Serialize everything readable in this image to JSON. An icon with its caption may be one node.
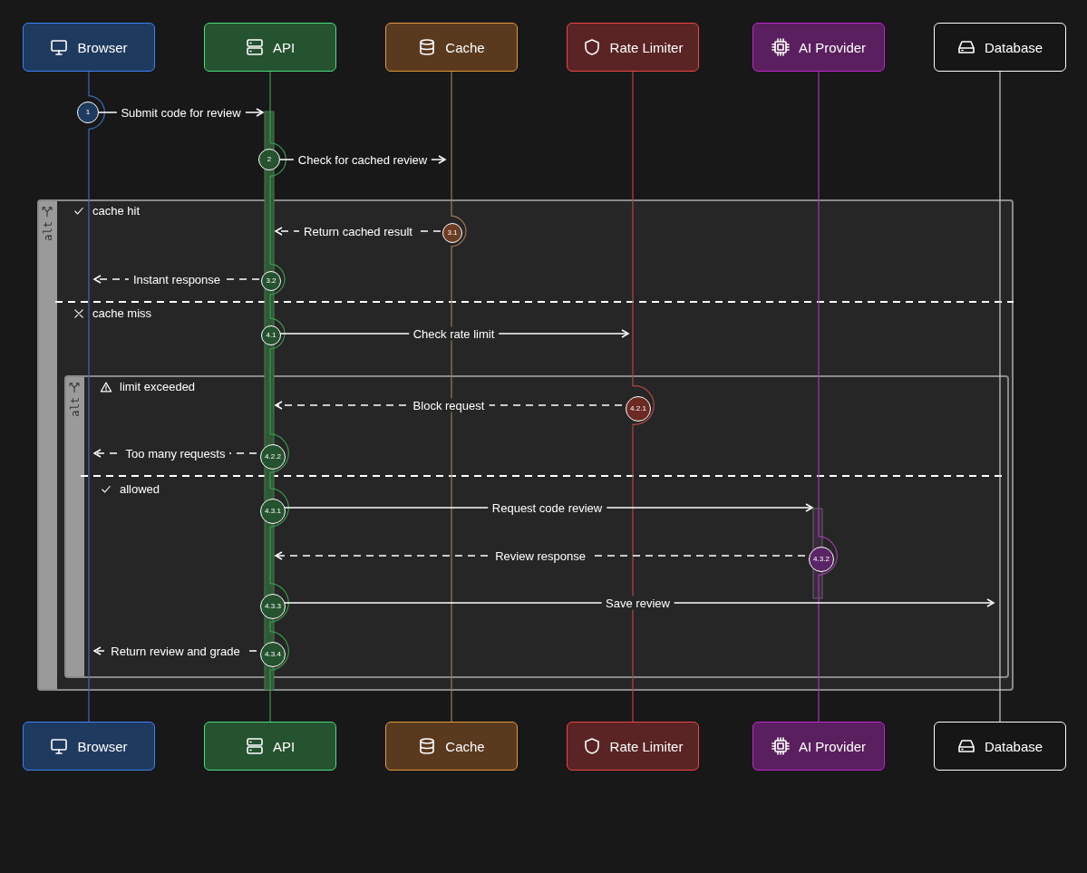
{
  "diagram": {
    "nodes": [
      {
        "text": [
          "Browser"
        ]
      },
      {
        "text": [
          "API"
        ]
      },
      {
        "text": [
          "Cache"
        ]
      },
      {
        "text": [
          "Rate Limiter"
        ]
      },
      {
        "text": [
          "AI Provider"
        ]
      },
      {
        "text": [
          "Database"
        ]
      },
      {
        "text": [
          "1"
        ]
      },
      {
        "text": [
          "2"
        ]
      },
      {
        "text": [
          "alt",
          "cache hit",
          "cache miss"
        ]
      },
      {
        "text": [
          "3.1"
        ],
        "in": 8
      },
      {
        "text": [
          "3.2"
        ],
        "in": 8
      },
      {
        "text": [
          "4.1"
        ],
        "in": 8
      },
      {
        "text": [
          "alt",
          "limit exceeded",
          "allowed"
        ],
        "in": 8
      },
      {
        "text": [
          "4.2.1"
        ],
        "in": 12
      },
      {
        "text": [
          "4.2.2"
        ],
        "in": 12
      },
      {
        "text": [
          "4.3.1"
        ],
        "in": 12
      },
      {
        "text": [
          "4.3.2"
        ],
        "in": 12
      },
      {
        "text": [
          "4.3.3"
        ],
        "in": 12
      },
      {
        "text": [
          "4.3.4"
        ],
        "in": 12
      },
      {
        "text": [
          "Browser"
        ]
      },
      {
        "text": [
          "API"
        ]
      },
      {
        "text": [
          "Cache"
        ]
      },
      {
        "text": [
          "Rate Limiter"
        ]
      },
      {
        "text": [
          "AI Provider"
        ]
      },
      {
        "text": [
          "Database"
        ]
      }
    ],
    "edges": [
      {
        "from": 0,
        "to": 19,
        "arrow": "none",
        "color": "#3d6cb8"
      },
      {
        "from": 1,
        "to": 20,
        "arrow": "none",
        "color": "#3a9a50"
      },
      {
        "from": 2,
        "to": 21,
        "arrow": "none",
        "color": "#9a7a55"
      },
      {
        "from": 3,
        "to": 22,
        "arrow": "none",
        "color": "#b44545"
      },
      {
        "from": 4,
        "to": 23,
        "arrow": "none",
        "color": "#a03bb0"
      },
      {
        "from": 5,
        "to": 24,
        "arrow": "none",
        "color": "#cccccc"
      },
      {
        "from": 6,
        "to": null,
        "arrow": "to",
        "label": "Submit code for review"
      },
      {
        "from": 7,
        "to": null,
        "arrow": "to",
        "label": "Check for cached review"
      },
      {
        "from": 9,
        "to": null,
        "arrow": "to",
        "label": "Return cached result",
        "style": "dashed"
      },
      {
        "from": 10,
        "to": null,
        "arrow": "to",
        "label": "Instant response",
        "style": "dashed"
      },
      {
        "from": 11,
        "to": null,
        "arrow": "to",
        "label": "Check rate limit"
      },
      {
        "from": 13,
        "to": null,
        "arrow": "to",
        "label": "Block request",
        "style": "dashed"
      },
      {
        "from": 14,
        "to": null,
        "arrow": "to",
        "label": "Too many requests",
        "style": "dashed"
      },
      {
        "from": 15,
        "to": null,
        "arrow": "to",
        "label": "Request code review"
      },
      {
        "from": 16,
        "to": null,
        "arrow": "to",
        "label": "Review response",
        "style": "dashed"
      },
      {
        "from": 17,
        "to": null,
        "arrow": "to",
        "label": "Save review"
      },
      {
        "from": 18,
        "to": null,
        "arrow": "to",
        "label": "Return review and grade",
        "style": "dashed"
      }
    ]
  }
}
